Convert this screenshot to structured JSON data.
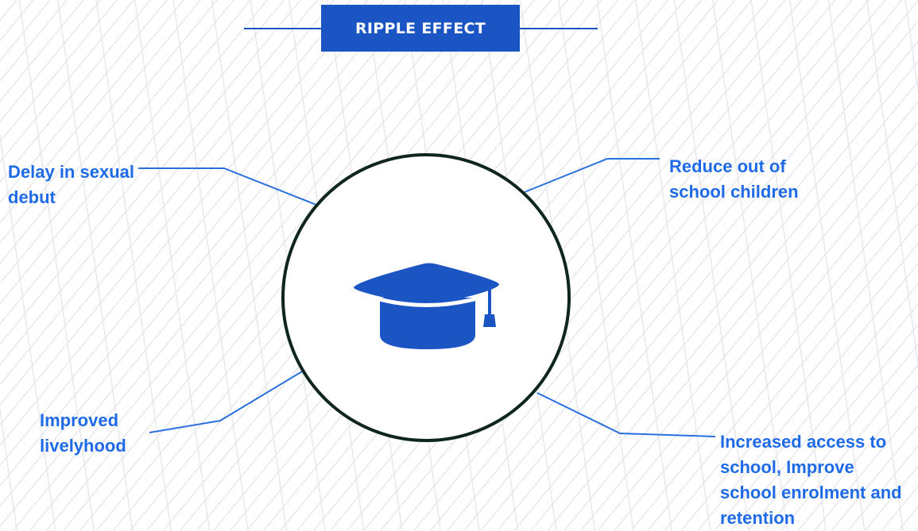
{
  "title": "RIPPLE EFFECT",
  "center_icon": "graduation-cap-icon",
  "effects": [
    {
      "id": "delay",
      "text": "Delay in sexual debut"
    },
    {
      "id": "reduce",
      "text": "Reduce out of school children"
    },
    {
      "id": "livelihood",
      "text": "Improved livelyhood"
    },
    {
      "id": "access",
      "text": "Increased access to school, Improve school enrolment and retention"
    }
  ],
  "colors": {
    "accent": "#1b55c4",
    "label": "#1f6ae6",
    "connector": "#2a6fe0",
    "circle_stroke": "#0f261c",
    "pattern": "#e3e5ea"
  }
}
